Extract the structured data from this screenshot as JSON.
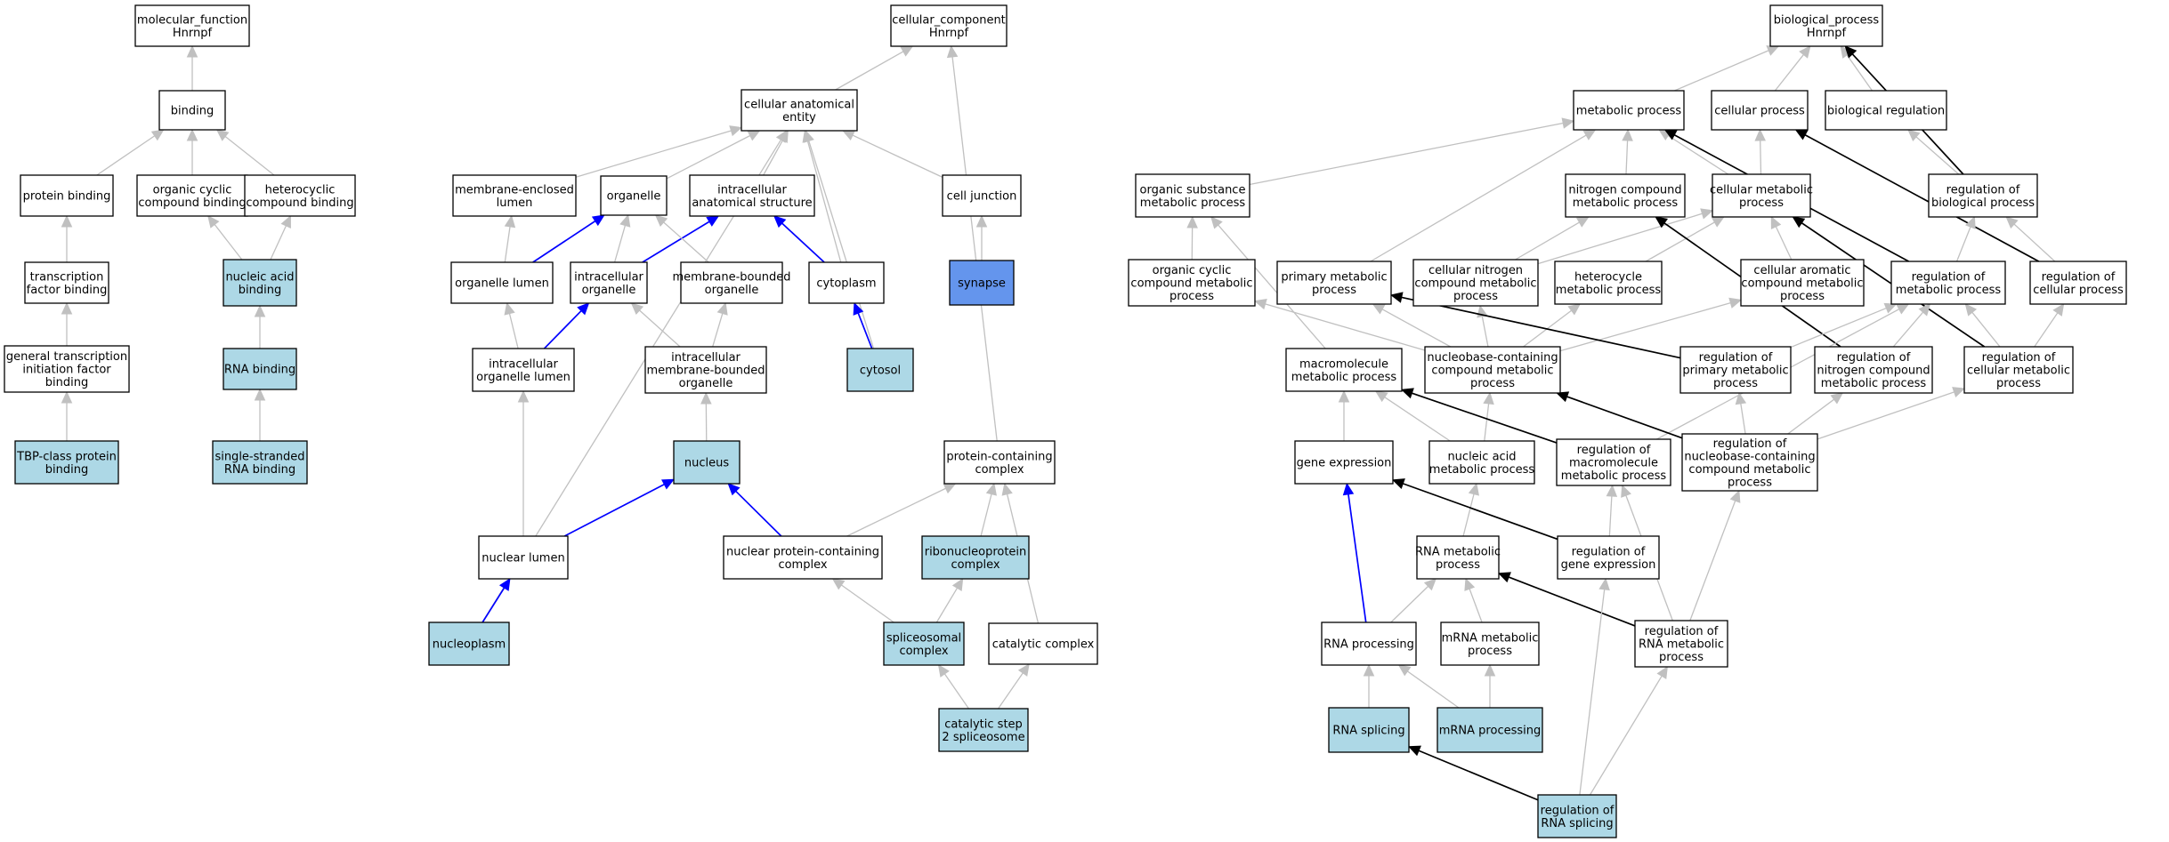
{
  "colors": {
    "box_default": "#ffffff",
    "box_annotated": "#add8e6",
    "box_highlight": "#6495ed",
    "edge_is_a": "#c0c0c0",
    "edge_part_of": "#0000ff",
    "edge_regulates": "#000000"
  },
  "nodes": [
    {
      "id": "mf",
      "lines": [
        "molecular_function",
        "Hnrnpf"
      ],
      "fill": "box_default"
    },
    {
      "id": "binding",
      "lines": [
        "binding"
      ],
      "fill": "box_default"
    },
    {
      "id": "protein_binding",
      "lines": [
        "protein binding"
      ],
      "fill": "box_default"
    },
    {
      "id": "org_cyclic_binding",
      "lines": [
        "organic cyclic",
        "compound binding"
      ],
      "fill": "box_default"
    },
    {
      "id": "hetero_binding",
      "lines": [
        "heterocyclic",
        "compound binding"
      ],
      "fill": "box_default"
    },
    {
      "id": "tf_binding",
      "lines": [
        "transcription",
        "factor binding"
      ],
      "fill": "box_default"
    },
    {
      "id": "na_binding",
      "lines": [
        "nucleic acid",
        "binding"
      ],
      "fill": "box_annotated"
    },
    {
      "id": "gtif_binding",
      "lines": [
        "general transcription",
        "initiation factor",
        "binding"
      ],
      "fill": "box_default"
    },
    {
      "id": "rna_binding",
      "lines": [
        "RNA binding"
      ],
      "fill": "box_annotated"
    },
    {
      "id": "tbp_binding",
      "lines": [
        "TBP-class protein",
        "binding"
      ],
      "fill": "box_annotated"
    },
    {
      "id": "ss_rna_binding",
      "lines": [
        "single-stranded",
        "RNA binding"
      ],
      "fill": "box_annotated"
    },
    {
      "id": "cc",
      "lines": [
        "cellular_component",
        "Hnrnpf"
      ],
      "fill": "box_default"
    },
    {
      "id": "cae",
      "lines": [
        "cellular anatomical",
        "entity"
      ],
      "fill": "box_default"
    },
    {
      "id": "mem_lumen",
      "lines": [
        "membrane-enclosed",
        "lumen"
      ],
      "fill": "box_default"
    },
    {
      "id": "organelle",
      "lines": [
        "organelle"
      ],
      "fill": "box_default"
    },
    {
      "id": "ias",
      "lines": [
        "intracellular",
        "anatomical structure"
      ],
      "fill": "box_default"
    },
    {
      "id": "cell_junction",
      "lines": [
        "cell junction"
      ],
      "fill": "box_default"
    },
    {
      "id": "org_lumen",
      "lines": [
        "organelle lumen"
      ],
      "fill": "box_default"
    },
    {
      "id": "ic_org",
      "lines": [
        "intracellular",
        "organelle"
      ],
      "fill": "box_default"
    },
    {
      "id": "mb_org",
      "lines": [
        "membrane-bounded",
        "organelle"
      ],
      "fill": "box_default"
    },
    {
      "id": "cytoplasm",
      "lines": [
        "cytoplasm"
      ],
      "fill": "box_default"
    },
    {
      "id": "synapse",
      "lines": [
        "synapse"
      ],
      "fill": "box_highlight"
    },
    {
      "id": "ic_org_lumen",
      "lines": [
        "intracellular",
        "organelle lumen"
      ],
      "fill": "box_default"
    },
    {
      "id": "ic_mb_org",
      "lines": [
        "intracellular",
        "membrane-bounded",
        "organelle"
      ],
      "fill": "box_default"
    },
    {
      "id": "cytosol",
      "lines": [
        "cytosol"
      ],
      "fill": "box_annotated"
    },
    {
      "id": "nucleus",
      "lines": [
        "nucleus"
      ],
      "fill": "box_annotated"
    },
    {
      "id": "prot_complex",
      "lines": [
        "protein-containing",
        "complex"
      ],
      "fill": "box_default"
    },
    {
      "id": "nuclear_lumen",
      "lines": [
        "nuclear lumen"
      ],
      "fill": "box_default"
    },
    {
      "id": "nuc_prot_complex",
      "lines": [
        "nuclear protein-containing",
        "complex"
      ],
      "fill": "box_default"
    },
    {
      "id": "rnp_complex",
      "lines": [
        "ribonucleoprotein",
        "complex"
      ],
      "fill": "box_annotated"
    },
    {
      "id": "nucleoplasm",
      "lines": [
        "nucleoplasm"
      ],
      "fill": "box_annotated"
    },
    {
      "id": "spliceosomal",
      "lines": [
        "spliceosomal",
        "complex"
      ],
      "fill": "box_annotated"
    },
    {
      "id": "catalytic_complex",
      "lines": [
        "catalytic complex"
      ],
      "fill": "box_default"
    },
    {
      "id": "cs2_spliceosome",
      "lines": [
        "catalytic step",
        "2 spliceosome"
      ],
      "fill": "box_annotated"
    },
    {
      "id": "bp",
      "lines": [
        "biological_process",
        "Hnrnpf"
      ],
      "fill": "box_default"
    },
    {
      "id": "metabolic",
      "lines": [
        "metabolic process"
      ],
      "fill": "box_default"
    },
    {
      "id": "cellular_process",
      "lines": [
        "cellular process"
      ],
      "fill": "box_default"
    },
    {
      "id": "bio_reg",
      "lines": [
        "biological regulation"
      ],
      "fill": "box_default"
    },
    {
      "id": "org_sub_met",
      "lines": [
        "organic substance",
        "metabolic process"
      ],
      "fill": "box_default"
    },
    {
      "id": "nitrogen_met",
      "lines": [
        "nitrogen compound",
        "metabolic process"
      ],
      "fill": "box_default"
    },
    {
      "id": "cell_met",
      "lines": [
        "cellular metabolic",
        "process"
      ],
      "fill": "box_default"
    },
    {
      "id": "reg_bio",
      "lines": [
        "regulation of",
        "biological process"
      ],
      "fill": "box_default"
    },
    {
      "id": "org_cyclic_met",
      "lines": [
        "organic cyclic",
        "compound metabolic",
        "process"
      ],
      "fill": "box_default"
    },
    {
      "id": "primary_met",
      "lines": [
        "primary metabolic",
        "process"
      ],
      "fill": "box_default"
    },
    {
      "id": "cell_nitrogen_met",
      "lines": [
        "cellular nitrogen",
        "compound metabolic",
        "process"
      ],
      "fill": "box_default"
    },
    {
      "id": "heterocycle_met",
      "lines": [
        "heterocycle",
        "metabolic process"
      ],
      "fill": "box_default"
    },
    {
      "id": "cell_arom_met",
      "lines": [
        "cellular aromatic",
        "compound metabolic",
        "process"
      ],
      "fill": "box_default"
    },
    {
      "id": "reg_met",
      "lines": [
        "regulation of",
        "metabolic process"
      ],
      "fill": "box_default"
    },
    {
      "id": "reg_cell_proc",
      "lines": [
        "regulation of",
        "cellular process"
      ],
      "fill": "box_default"
    },
    {
      "id": "macro_met",
      "lines": [
        "macromolecule",
        "metabolic process"
      ],
      "fill": "box_default"
    },
    {
      "id": "nucleobase_met",
      "lines": [
        "nucleobase-containing",
        "compound metabolic",
        "process"
      ],
      "fill": "box_default"
    },
    {
      "id": "reg_primary_met",
      "lines": [
        "regulation of",
        "primary metabolic",
        "process"
      ],
      "fill": "box_default"
    },
    {
      "id": "reg_nitrogen_met",
      "lines": [
        "regulation of",
        "nitrogen compound",
        "metabolic process"
      ],
      "fill": "box_default"
    },
    {
      "id": "reg_cell_met",
      "lines": [
        "regulation of",
        "cellular metabolic",
        "process"
      ],
      "fill": "box_default"
    },
    {
      "id": "gene_expr",
      "lines": [
        "gene expression"
      ],
      "fill": "box_default"
    },
    {
      "id": "na_met",
      "lines": [
        "nucleic acid",
        "metabolic process"
      ],
      "fill": "box_default"
    },
    {
      "id": "reg_macro_met",
      "lines": [
        "regulation of",
        "macromolecule",
        "metabolic process"
      ],
      "fill": "box_default"
    },
    {
      "id": "reg_nucleobase_met",
      "lines": [
        "regulation of",
        "nucleobase-containing",
        "compound metabolic",
        "process"
      ],
      "fill": "box_default"
    },
    {
      "id": "rna_met",
      "lines": [
        "RNA metabolic",
        "process"
      ],
      "fill": "box_default"
    },
    {
      "id": "reg_gene_expr",
      "lines": [
        "regulation of",
        "gene expression"
      ],
      "fill": "box_default"
    },
    {
      "id": "rna_processing",
      "lines": [
        "RNA processing"
      ],
      "fill": "box_default"
    },
    {
      "id": "mrna_met",
      "lines": [
        "mRNA metabolic",
        "process"
      ],
      "fill": "box_default"
    },
    {
      "id": "reg_rna_met",
      "lines": [
        "regulation of",
        "RNA metabolic",
        "process"
      ],
      "fill": "box_default"
    },
    {
      "id": "rna_splicing",
      "lines": [
        "RNA splicing"
      ],
      "fill": "box_annotated"
    },
    {
      "id": "mrna_processing",
      "lines": [
        "mRNA processing"
      ],
      "fill": "box_annotated"
    },
    {
      "id": "reg_rna_splicing",
      "lines": [
        "regulation of",
        "RNA splicing"
      ],
      "fill": "box_annotated"
    }
  ],
  "edges": [
    {
      "from": "binding",
      "to": "mf",
      "type": "is_a"
    },
    {
      "from": "protein_binding",
      "to": "binding",
      "type": "is_a"
    },
    {
      "from": "org_cyclic_binding",
      "to": "binding",
      "type": "is_a"
    },
    {
      "from": "hetero_binding",
      "to": "binding",
      "type": "is_a"
    },
    {
      "from": "tf_binding",
      "to": "protein_binding",
      "type": "is_a"
    },
    {
      "from": "na_binding",
      "to": "org_cyclic_binding",
      "type": "is_a"
    },
    {
      "from": "na_binding",
      "to": "hetero_binding",
      "type": "is_a"
    },
    {
      "from": "gtif_binding",
      "to": "tf_binding",
      "type": "is_a"
    },
    {
      "from": "rna_binding",
      "to": "na_binding",
      "type": "is_a"
    },
    {
      "from": "tbp_binding",
      "to": "gtif_binding",
      "type": "is_a"
    },
    {
      "from": "ss_rna_binding",
      "to": "rna_binding",
      "type": "is_a"
    },
    {
      "from": "cae",
      "to": "cc",
      "type": "is_a"
    },
    {
      "from": "prot_complex",
      "to": "cc",
      "type": "is_a"
    },
    {
      "from": "mem_lumen",
      "to": "cae",
      "type": "is_a"
    },
    {
      "from": "organelle",
      "to": "cae",
      "type": "is_a"
    },
    {
      "from": "ias",
      "to": "cae",
      "type": "is_a"
    },
    {
      "from": "cell_junction",
      "to": "cae",
      "type": "is_a"
    },
    {
      "from": "cytoplasm",
      "to": "cae",
      "type": "is_a"
    },
    {
      "from": "cytosol",
      "to": "cae",
      "type": "is_a"
    },
    {
      "from": "nucleoplasm",
      "to": "cae",
      "type": "is_a"
    },
    {
      "from": "org_lumen",
      "to": "mem_lumen",
      "type": "is_a"
    },
    {
      "from": "org_lumen",
      "to": "organelle",
      "type": "part_of"
    },
    {
      "from": "ic_org",
      "to": "organelle",
      "type": "is_a"
    },
    {
      "from": "ic_org",
      "to": "ias",
      "type": "part_of"
    },
    {
      "from": "mb_org",
      "to": "organelle",
      "type": "is_a"
    },
    {
      "from": "cytoplasm",
      "to": "ias",
      "type": "part_of"
    },
    {
      "from": "synapse",
      "to": "cell_junction",
      "type": "is_a"
    },
    {
      "from": "ic_org_lumen",
      "to": "org_lumen",
      "type": "is_a"
    },
    {
      "from": "ic_org_lumen",
      "to": "ic_org",
      "type": "part_of"
    },
    {
      "from": "ic_mb_org",
      "to": "ic_org",
      "type": "is_a"
    },
    {
      "from": "ic_mb_org",
      "to": "mb_org",
      "type": "is_a"
    },
    {
      "from": "cytosol",
      "to": "cytoplasm",
      "type": "part_of"
    },
    {
      "from": "nucleus",
      "to": "ic_mb_org",
      "type": "is_a"
    },
    {
      "from": "nuclear_lumen",
      "to": "ic_org_lumen",
      "type": "is_a"
    },
    {
      "from": "nuclear_lumen",
      "to": "nucleus",
      "type": "part_of"
    },
    {
      "from": "nuc_prot_complex",
      "to": "nucleus",
      "type": "part_of"
    },
    {
      "from": "nuc_prot_complex",
      "to": "prot_complex",
      "type": "is_a"
    },
    {
      "from": "rnp_complex",
      "to": "prot_complex",
      "type": "is_a"
    },
    {
      "from": "catalytic_complex",
      "to": "prot_complex",
      "type": "is_a"
    },
    {
      "from": "nucleoplasm",
      "to": "nuclear_lumen",
      "type": "part_of"
    },
    {
      "from": "spliceosomal",
      "to": "nuc_prot_complex",
      "type": "is_a"
    },
    {
      "from": "spliceosomal",
      "to": "rnp_complex",
      "type": "is_a"
    },
    {
      "from": "cs2_spliceosome",
      "to": "spliceosomal",
      "type": "is_a"
    },
    {
      "from": "cs2_spliceosome",
      "to": "catalytic_complex",
      "type": "is_a"
    },
    {
      "from": "metabolic",
      "to": "bp",
      "type": "is_a"
    },
    {
      "from": "cellular_process",
      "to": "bp",
      "type": "is_a"
    },
    {
      "from": "bio_reg",
      "to": "bp",
      "type": "is_a"
    },
    {
      "from": "reg_bio",
      "to": "bp",
      "type": "regulates"
    },
    {
      "from": "org_sub_met",
      "to": "metabolic",
      "type": "is_a"
    },
    {
      "from": "nitrogen_met",
      "to": "metabolic",
      "type": "is_a"
    },
    {
      "from": "cell_met",
      "to": "metabolic",
      "type": "is_a"
    },
    {
      "from": "primary_met",
      "to": "metabolic",
      "type": "is_a"
    },
    {
      "from": "reg_met",
      "to": "metabolic",
      "type": "regulates"
    },
    {
      "from": "cell_met",
      "to": "cellular_process",
      "type": "is_a"
    },
    {
      "from": "reg_cell_proc",
      "to": "cellular_process",
      "type": "regulates"
    },
    {
      "from": "reg_bio",
      "to": "bio_reg",
      "type": "is_a"
    },
    {
      "from": "org_cyclic_met",
      "to": "org_sub_met",
      "type": "is_a"
    },
    {
      "from": "macro_met",
      "to": "org_sub_met",
      "type": "is_a"
    },
    {
      "from": "cell_nitrogen_met",
      "to": "nitrogen_met",
      "type": "is_a"
    },
    {
      "from": "cell_nitrogen_met",
      "to": "cell_met",
      "type": "is_a"
    },
    {
      "from": "heterocycle_met",
      "to": "cell_met",
      "type": "is_a"
    },
    {
      "from": "cell_arom_met",
      "to": "cell_met",
      "type": "is_a"
    },
    {
      "from": "reg_nitrogen_met",
      "to": "nitrogen_met",
      "type": "regulates"
    },
    {
      "from": "reg_cell_met",
      "to": "cell_met",
      "type": "regulates"
    },
    {
      "from": "reg_met",
      "to": "reg_bio",
      "type": "is_a"
    },
    {
      "from": "reg_cell_proc",
      "to": "reg_bio",
      "type": "is_a"
    },
    {
      "from": "nucleobase_met",
      "to": "org_cyclic_met",
      "type": "is_a"
    },
    {
      "from": "nucleobase_met",
      "to": "primary_met",
      "type": "is_a"
    },
    {
      "from": "nucleobase_met",
      "to": "cell_nitrogen_met",
      "type": "is_a"
    },
    {
      "from": "nucleobase_met",
      "to": "heterocycle_met",
      "type": "is_a"
    },
    {
      "from": "nucleobase_met",
      "to": "cell_arom_met",
      "type": "is_a"
    },
    {
      "from": "reg_primary_met",
      "to": "primary_met",
      "type": "regulates"
    },
    {
      "from": "reg_primary_met",
      "to": "reg_met",
      "type": "is_a"
    },
    {
      "from": "reg_nitrogen_met",
      "to": "reg_met",
      "type": "is_a"
    },
    {
      "from": "reg_cell_met",
      "to": "reg_met",
      "type": "is_a"
    },
    {
      "from": "reg_cell_met",
      "to": "reg_cell_proc",
      "type": "is_a"
    },
    {
      "from": "reg_macro_met",
      "to": "reg_met",
      "type": "is_a"
    },
    {
      "from": "gene_expr",
      "to": "macro_met",
      "type": "is_a"
    },
    {
      "from": "na_met",
      "to": "macro_met",
      "type": "is_a"
    },
    {
      "from": "na_met",
      "to": "nucleobase_met",
      "type": "is_a"
    },
    {
      "from": "reg_macro_met",
      "to": "macro_met",
      "type": "regulates"
    },
    {
      "from": "reg_nucleobase_met",
      "to": "nucleobase_met",
      "type": "regulates"
    },
    {
      "from": "reg_nucleobase_met",
      "to": "reg_primary_met",
      "type": "is_a"
    },
    {
      "from": "reg_nucleobase_met",
      "to": "reg_nitrogen_met",
      "type": "is_a"
    },
    {
      "from": "reg_nucleobase_met",
      "to": "reg_cell_met",
      "type": "is_a"
    },
    {
      "from": "rna_met",
      "to": "na_met",
      "type": "is_a"
    },
    {
      "from": "reg_gene_expr",
      "to": "gene_expr",
      "type": "regulates"
    },
    {
      "from": "reg_gene_expr",
      "to": "reg_macro_met",
      "type": "is_a"
    },
    {
      "from": "rna_processing",
      "to": "gene_expr",
      "type": "part_of"
    },
    {
      "from": "rna_processing",
      "to": "rna_met",
      "type": "is_a"
    },
    {
      "from": "mrna_met",
      "to": "rna_met",
      "type": "is_a"
    },
    {
      "from": "reg_rna_met",
      "to": "rna_met",
      "type": "regulates"
    },
    {
      "from": "reg_rna_met",
      "to": "reg_macro_met",
      "type": "is_a"
    },
    {
      "from": "reg_rna_met",
      "to": "reg_nucleobase_met",
      "type": "is_a"
    },
    {
      "from": "rna_splicing",
      "to": "rna_processing",
      "type": "is_a"
    },
    {
      "from": "mrna_processing",
      "to": "rna_processing",
      "type": "is_a"
    },
    {
      "from": "mrna_processing",
      "to": "mrna_met",
      "type": "is_a"
    },
    {
      "from": "reg_rna_splicing",
      "to": "rna_splicing",
      "type": "regulates"
    },
    {
      "from": "reg_rna_splicing",
      "to": "reg_rna_met",
      "type": "is_a"
    },
    {
      "from": "reg_rna_splicing",
      "to": "reg_gene_expr",
      "type": "is_a"
    }
  ]
}
